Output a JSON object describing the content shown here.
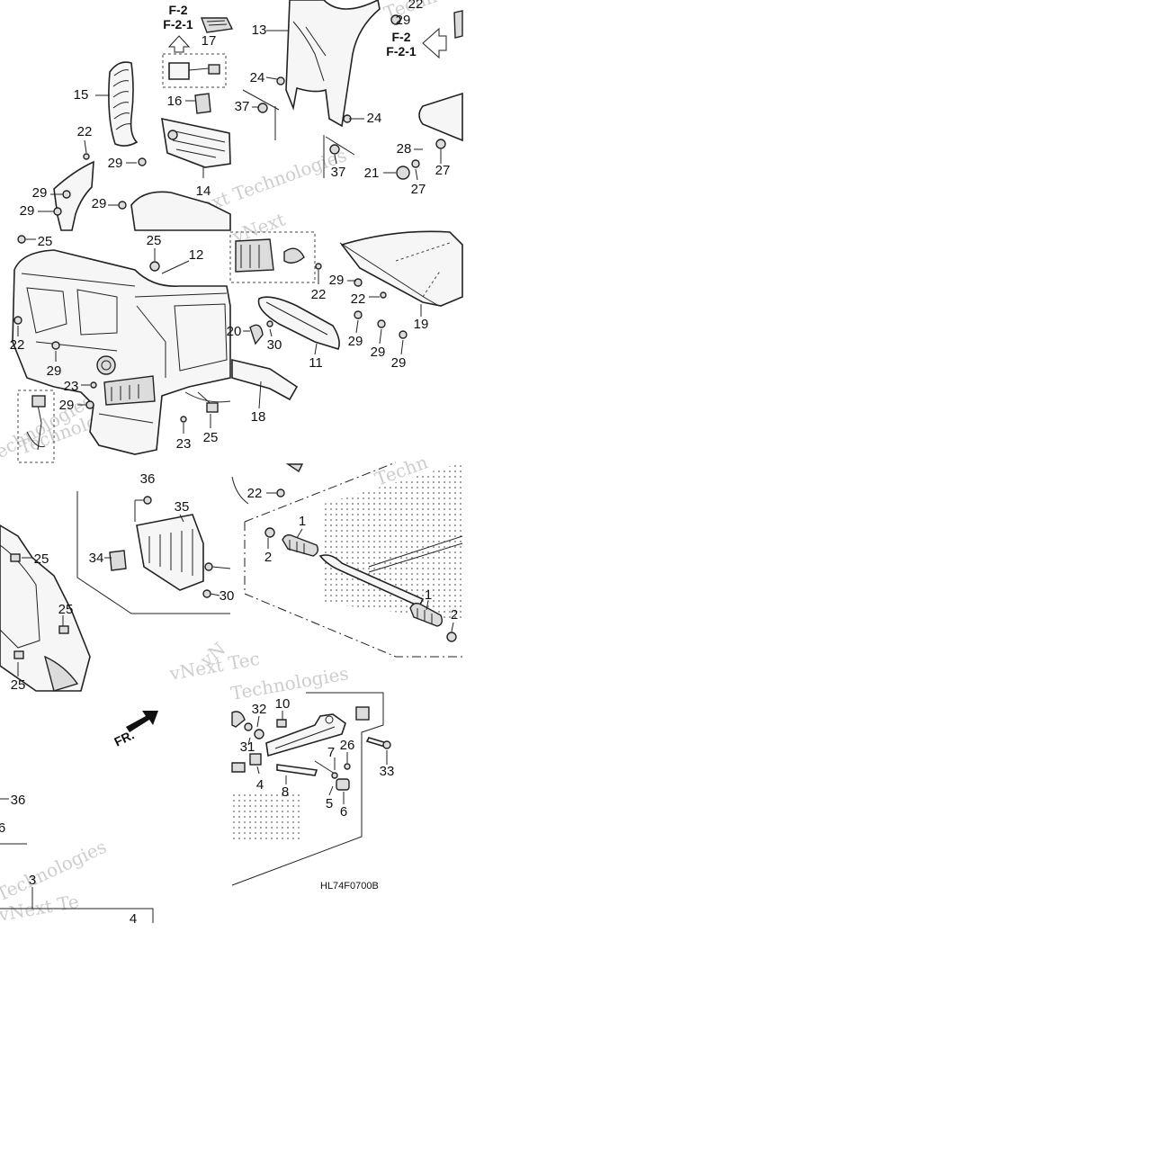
{
  "diagram": {
    "drawing_code": "HL74F0700B",
    "front_marker": "FR.",
    "watermarks": [
      "vNext Technologies",
      "Techno",
      "Technologies",
      "Techn",
      "vNext Tec",
      "vNext",
      "Technologies",
      "vNext Te",
      "vN",
      "echnologies",
      "Technologies"
    ],
    "references": [
      {
        "line1": "F-2",
        "line2": "F-2-1"
      },
      {
        "line1": "F-2",
        "line2": "F-2-1"
      }
    ],
    "callouts": [
      "17",
      "16",
      "15",
      "22",
      "29",
      "29",
      "29",
      "29",
      "14",
      "13",
      "24",
      "37",
      "24",
      "37",
      "21",
      "28",
      "27",
      "27",
      "22",
      "29",
      "25",
      "25",
      "12",
      "22",
      "29",
      "23",
      "29",
      "23",
      "25",
      "22",
      "29",
      "22",
      "20",
      "30",
      "11",
      "18",
      "19",
      "29",
      "29",
      "29",
      "36",
      "35",
      "34",
      "30",
      "25",
      "25",
      "25",
      "22",
      "1",
      "2",
      "1",
      "2",
      "32",
      "10",
      "31",
      "4",
      "8",
      "7",
      "26",
      "5",
      "6",
      "33",
      "36",
      "6",
      "3",
      "4"
    ]
  }
}
